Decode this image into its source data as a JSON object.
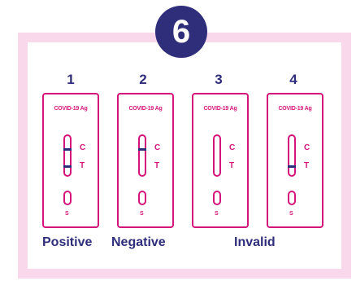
{
  "step_number": "6",
  "strip_title": "COVID-19 Ag",
  "marks": {
    "control": "C",
    "test": "T",
    "sample": "S"
  },
  "colors": {
    "navy": "#2e2e7a",
    "magenta": "#d4147a",
    "frame_pink": "#f9d8ec"
  },
  "cards": [
    {
      "number": "1",
      "control_line": true,
      "test_line": true
    },
    {
      "number": "2",
      "control_line": true,
      "test_line": false
    },
    {
      "number": "3",
      "control_line": false,
      "test_line": false
    },
    {
      "number": "4",
      "control_line": false,
      "test_line": true
    }
  ],
  "captions": {
    "positive": "Positive",
    "negative": "Negative",
    "invalid": "Invalid"
  }
}
